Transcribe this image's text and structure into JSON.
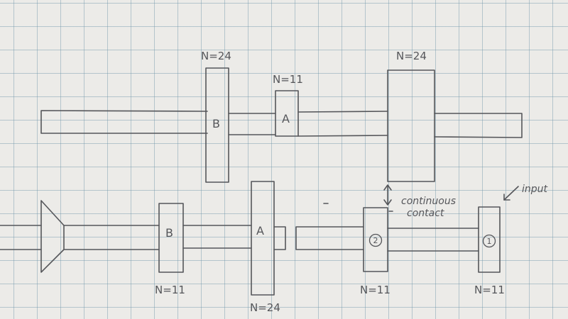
{
  "gears": {
    "top_b": {
      "name": "B",
      "teeth": "N=24"
    },
    "top_a": {
      "name": "A",
      "teeth": "N=11"
    },
    "top_right": {
      "teeth": "N=24"
    },
    "bottom_b": {
      "name": "B",
      "teeth": "N=11"
    },
    "bottom_a": {
      "name": "A",
      "teeth": "N=24"
    },
    "gear_2": {
      "name": "2",
      "teeth": "N=11"
    },
    "gear_1": {
      "name": "1",
      "teeth": "N=11"
    }
  },
  "annotations": {
    "contact_line1": "continuous",
    "contact_line2": "contact",
    "input": "input"
  }
}
